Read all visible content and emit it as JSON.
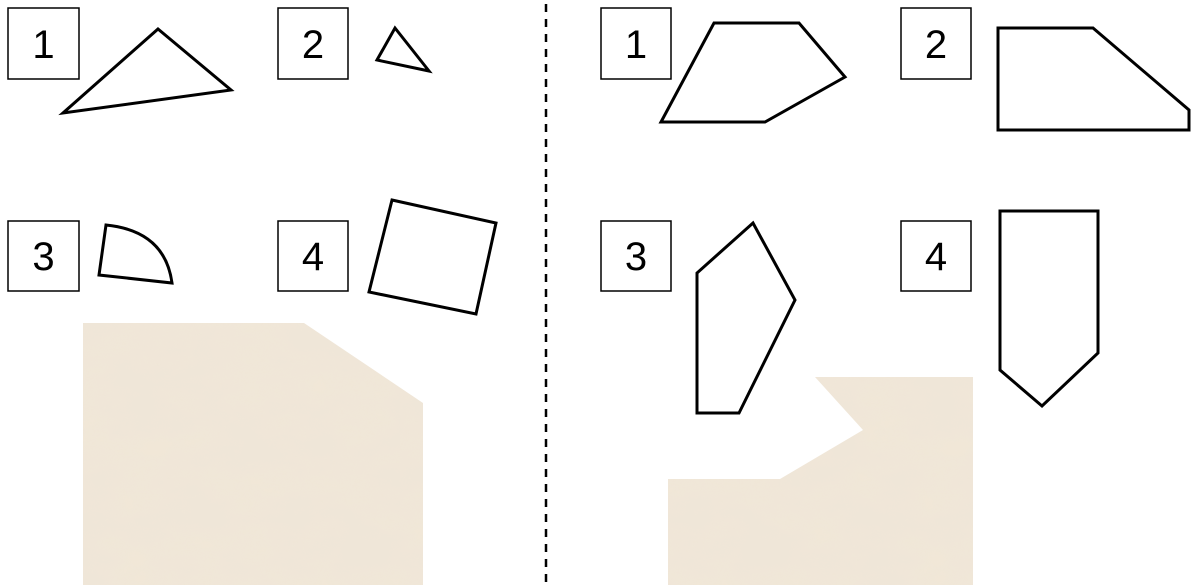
{
  "left_panel": {
    "options": [
      {
        "label": "1"
      },
      {
        "label": "2"
      },
      {
        "label": "3"
      },
      {
        "label": "4"
      }
    ]
  },
  "right_panel": {
    "options": [
      {
        "label": "1"
      },
      {
        "label": "2"
      },
      {
        "label": "3"
      },
      {
        "label": "4"
      }
    ]
  },
  "colors": {
    "outline": "#000000",
    "marble_base": "#efe5d6",
    "marble_vein": "#b98a55"
  }
}
